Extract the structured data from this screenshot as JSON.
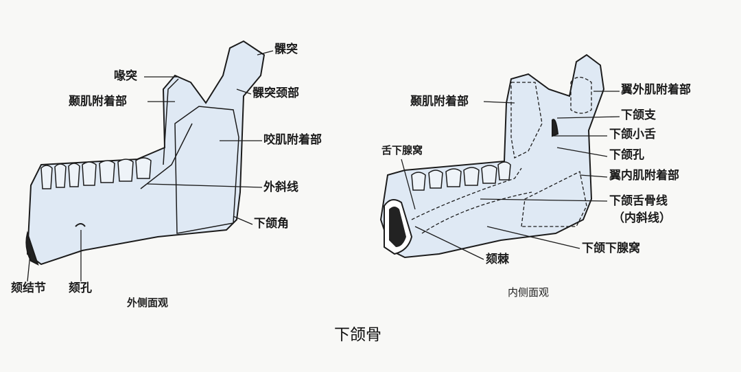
{
  "caption": "下颌骨",
  "lateral_view": {
    "title": "外侧面观",
    "labels": {
      "condyle": "髁突",
      "coronoid": "喙突",
      "temporalis": "颞肌附着部",
      "condyle_neck": "髁突颈部",
      "masseter": "咬肌附着部",
      "external_oblique": "外斜线",
      "angle": "下颌角",
      "mental_tubercle": "颏结节",
      "mental_foramen": "颏孔"
    }
  },
  "medial_view": {
    "title": "内侧面观",
    "labels": {
      "temporalis": "颞肌附着部",
      "lateral_pterygoid": "翼外肌附着部",
      "ramus": "下颌支",
      "lingula": "下颌小舌",
      "sublingual_fossa": "舌下腺窝",
      "mandibular_foramen": "下颌孔",
      "medial_pterygoid": "翼内肌附着部",
      "mylohyoid_line": "下颌舌骨线",
      "internal_oblique": "（内斜线）",
      "submandibular_fossa": "下颌下腺窝",
      "genial_spine": "颏棘"
    }
  },
  "colors": {
    "bone": "#dfe9f4",
    "outline": "#1b1b1b",
    "background": "#f8f8f6"
  }
}
